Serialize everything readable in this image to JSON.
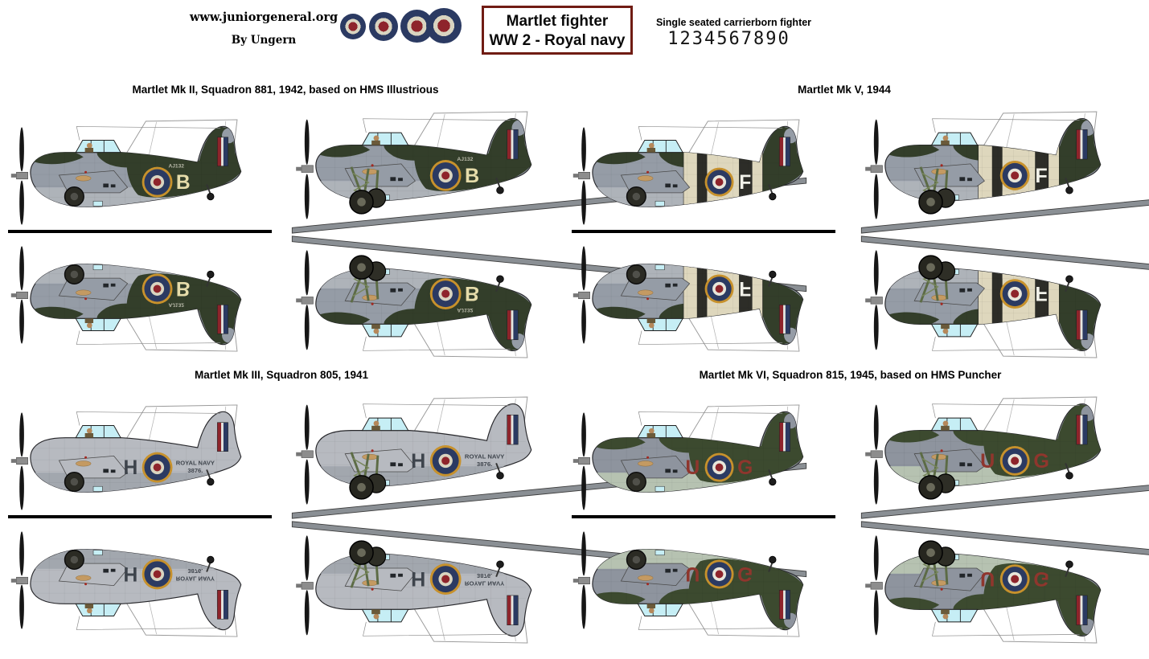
{
  "header": {
    "site": "www.juniorgeneral.org",
    "author": "By Ungern",
    "title_line1": "Martlet fighter",
    "title_line2": "WW 2 - Royal navy",
    "subtitle": "Single seated carrierborn fighter",
    "digits": "1234567890",
    "roundel_colors": {
      "gold": "#c7912c",
      "blue": "#2b3a62",
      "cream": "#d9d4c0",
      "red": "#8e242b"
    },
    "roundel_sizes": [
      32,
      36,
      41,
      44
    ]
  },
  "sections": [
    {
      "id": "mk2",
      "label": "Martlet Mk II, Squadron 881, 1942, based on HMS Illustrious"
    },
    {
      "id": "mk5",
      "label": "Martlet Mk V, 1944"
    },
    {
      "id": "mk3",
      "label": "Martlet Mk III, Squadron 805, 1941"
    },
    {
      "id": "mk6",
      "label": "Martlet Mk VI, Squadron 815, 1945, based on HMS Puncher"
    }
  ],
  "variants": {
    "mk2": {
      "name": "Martlet Mk II",
      "camo": true,
      "stripes": false,
      "base": "#959ca6",
      "belly": "#aeb3b9",
      "camo_color": "#333e2a",
      "canopy": "#c6eef5",
      "letter_front": "",
      "letter_rear": "B",
      "letter_color": "#e6dcaa",
      "serial": "AJ132",
      "serial_color": "#b9b9a9",
      "serial_lines": [],
      "roundel": {
        "ring": "#c7912c",
        "blue": "#2b3a62",
        "white": "#d9d4c0",
        "red": "#8e242b",
        "ringR": 20
      },
      "fin_flash": [
        "#8e242b",
        "#e6e6e0",
        "#2b3a62"
      ]
    },
    "mk5": {
      "name": "Martlet Mk V",
      "camo": true,
      "stripes": true,
      "stripe_cream": "#ded7bd",
      "stripe_dark": "#2d2d28",
      "base": "#959ca6",
      "belly": "#aeb3b9",
      "camo_color": "#333e2a",
      "canopy": "#c6eef5",
      "letter_front": "",
      "letter_rear": "F",
      "letter_color": "#f2f2ea",
      "serial": "",
      "serial_color": "#b9b9a9",
      "serial_lines": [],
      "roundel": {
        "ring": "#c7912c",
        "blue": "#2b3a62",
        "white": "#e8e6da",
        "red": "#8e242b",
        "ringR": 19
      },
      "fin_flash": [
        "#8e242b",
        "#e6e6e0",
        "#2b3a62"
      ]
    },
    "mk3": {
      "name": "Martlet Mk III",
      "camo": false,
      "stripes": false,
      "base": "#b7bac0",
      "belly": "#a2a7ae",
      "camo_color": "#333e2a",
      "canopy": "#c6eef5",
      "letter_front": "H",
      "letter_rear": "",
      "letter_color": "#3e444c",
      "serial": "",
      "serial_color": "#3e444c",
      "serial_lines": [
        "ROYAL NAVY",
        "3876."
      ],
      "roundel": {
        "ring": "#c7912c",
        "blue": "#2b3a62",
        "white": "#d9d4c0",
        "red": "#8e242b",
        "ringR": 20
      },
      "fin_flash": [
        "#8e242b",
        "#e6e6e0",
        "#2b3a62"
      ]
    },
    "mk6": {
      "name": "Martlet Mk VI",
      "camo": true,
      "stripes": false,
      "base": "#8e949e",
      "belly": "#b6c2b1",
      "camo_color": "#3c4a2f",
      "canopy": "#c6eef5",
      "letter_front": "U",
      "letter_rear": "G",
      "letter_color": "#8f362d",
      "serial": "",
      "serial_color": "#b9b9a9",
      "serial_lines": [],
      "roundel": {
        "ring": "#c7912c",
        "blue": "#2b3a62",
        "white": "#e8e6da",
        "red": "#8e242b",
        "ringR": 19
      },
      "fin_flash": [
        "#8e242b",
        "#e6e6e0",
        "#2b3a62"
      ]
    }
  },
  "misc_colors": {
    "wing_bar": "#8a8f94",
    "wing_bar_edge": "#3c3c3c",
    "gear_strut": "#5c6b45",
    "wheel": "#26261f",
    "fold_line": "#000000",
    "title_border": "#701c14"
  }
}
